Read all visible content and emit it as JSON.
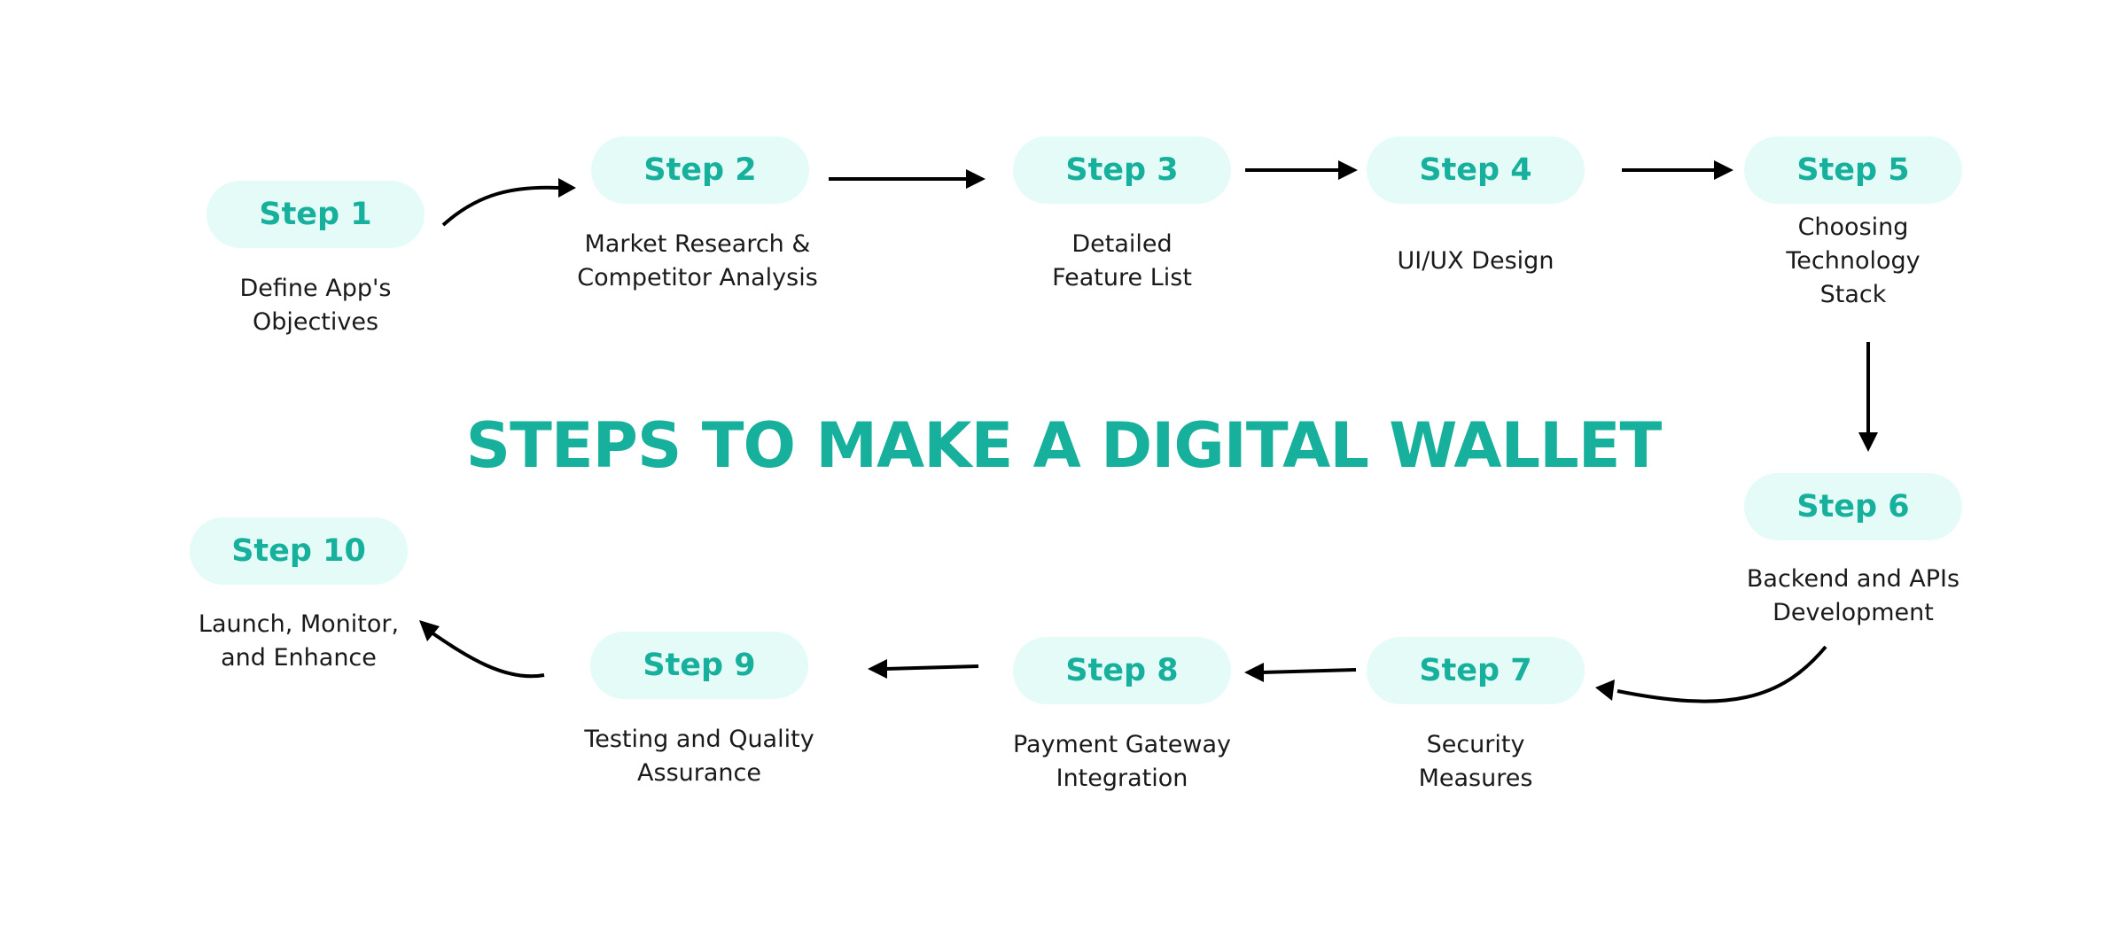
{
  "title": "STEPS TO MAKE A DIGITAL WALLET",
  "colors": {
    "accent": "#16b09c",
    "pill_background": "#e4fbf8",
    "text": "#1a1a1a",
    "arrow": "#000000"
  },
  "steps": [
    {
      "label": "Step 1",
      "description": "Define App's\nObjectives"
    },
    {
      "label": "Step 2",
      "description": "Market Research &\nCompetitor Analysis"
    },
    {
      "label": "Step 3",
      "description": "Detailed\nFeature List"
    },
    {
      "label": "Step 4",
      "description": "UI/UX Design"
    },
    {
      "label": "Step 5",
      "description": "Choosing\nTechnology\nStack"
    },
    {
      "label": "Step 6",
      "description": "Backend and APIs\nDevelopment"
    },
    {
      "label": "Step 7",
      "description": "Security\nMeasures"
    },
    {
      "label": "Step 8",
      "description": "Payment Gateway\nIntegration"
    },
    {
      "label": "Step 9",
      "description": "Testing and Quality\nAssurance"
    },
    {
      "label": "Step 10",
      "description": "Launch, Monitor,\nand Enhance"
    }
  ]
}
